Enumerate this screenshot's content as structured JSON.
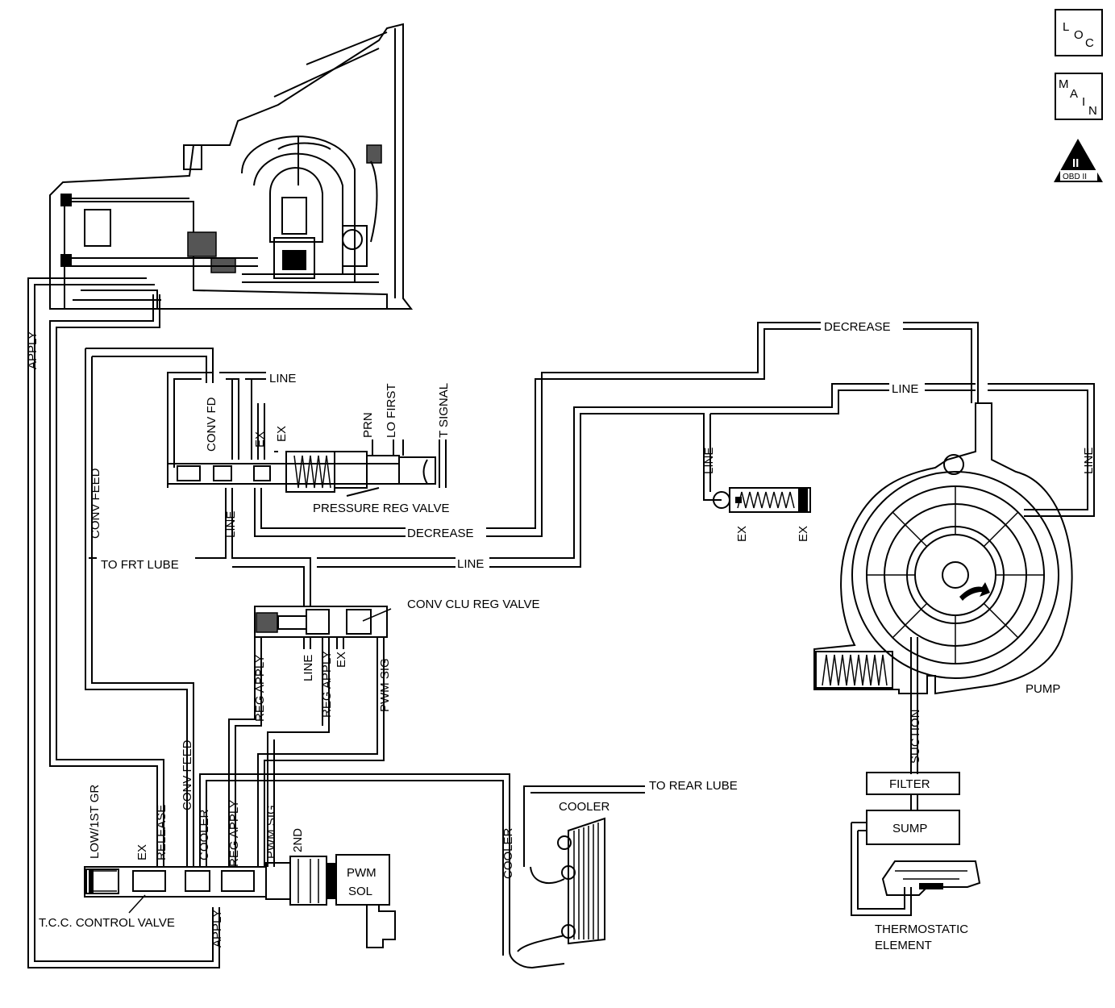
{
  "badges": {
    "loc": [
      "L",
      "O",
      "C"
    ],
    "main": [
      "M",
      "A",
      "I",
      "N"
    ],
    "obd_roman": "II",
    "obd_text": "OBD II"
  },
  "labels": {
    "apply_left": "APPLY",
    "conv_feed_left": "CONV FEED",
    "conv_fd": "CONV FD",
    "line_top": "LINE",
    "ex_1": "EX",
    "ex_2": "EX",
    "prn": "PRN",
    "lo_first": "LO FIRST",
    "t_signal": "T SIGNAL",
    "pressure_reg_valve": "PRESSURE REG VALVE",
    "line_below_reg": "LINE",
    "decrease_mid": "DECREASE",
    "to_frt_lube": "TO FRT LUBE",
    "line_mid": "LINE",
    "decrease_top": "DECREASE",
    "line_upper_right": "LINE",
    "line_vert_boost": "LINE",
    "line_vert_pump": "LINE",
    "ex_boost_1": "EX",
    "ex_boost_2": "EX",
    "conv_clu_reg_valve": "CONV CLU REG VALVE",
    "reg_apply_1": "REG APPLY",
    "line_clu": "LINE",
    "reg_apply_2": "REG APPLY",
    "ex_clu": "EX",
    "pwm_sig_1": "PWM SIG",
    "low_1st_gr": "LOW/1ST GR",
    "ex_tcc": "EX",
    "release": "RELEASE",
    "conv_feed_2": "CONV FEED",
    "cooler_vert": "COOLER",
    "reg_apply_3": "REG APPLY",
    "pwm_sig_2": "PWM SIG",
    "second": "2ND",
    "pwm_sol_1": "PWM",
    "pwm_sol_2": "SOL",
    "tcc_control_valve": "T.C.C. CONTROL VALVE",
    "apply_bottom": "APPLY",
    "cooler_line": "COOLER",
    "cooler": "COOLER",
    "to_rear_lube": "TO REAR LUBE",
    "pump": "PUMP",
    "suction": "SUCTION",
    "filter": "FILTER",
    "sump": "SUMP",
    "thermostatic_1": "THERMOSTATIC",
    "thermostatic_2": "ELEMENT"
  }
}
